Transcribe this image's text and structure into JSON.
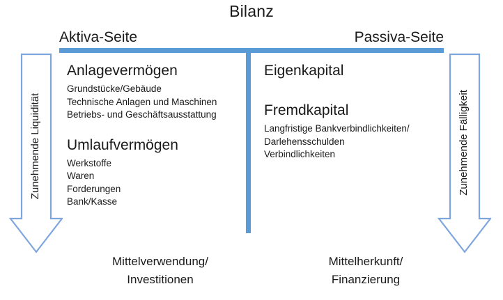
{
  "diagram": {
    "title": "Bilanz",
    "accent_color": "#5B9BD5",
    "arrow_stroke_color": "#7EA6DC",
    "sides": {
      "left": {
        "header": "Aktiva-Seite",
        "groups": [
          {
            "heading": "Anlagevermögen",
            "items": [
              "Grundstücke/Gebäude",
              "Technische Anlagen und Maschinen",
              "Betriebs- und Geschäftsausstattung"
            ]
          },
          {
            "heading": "Umlaufvermögen",
            "items": [
              "Werkstoffe",
              "Waren",
              "Forderungen",
              "Bank/Kasse"
            ]
          }
        ],
        "caption_line1": "Mittelverwendung/",
        "caption_line2": "Investitionen",
        "arrow_label": "Zunehmende Liquidität"
      },
      "right": {
        "header": "Passiva-Seite",
        "groups": [
          {
            "heading": "Eigenkapital",
            "items": []
          },
          {
            "heading": "Fremdkapital",
            "items": [
              "Langfristige Bankverbindlichkeiten/",
              "Darlehensschulden",
              "Verbindlichkeiten"
            ]
          }
        ],
        "caption_line1": "Mittelherkunft/",
        "caption_line2": "Finanzierung",
        "arrow_label": "Zunehmende Fälligkeit"
      }
    }
  }
}
